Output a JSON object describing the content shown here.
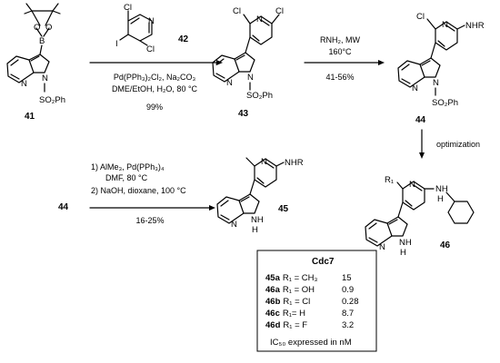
{
  "compounds": {
    "c41": "41",
    "c42": "42",
    "c43": "43",
    "c44a": "44",
    "c44b": "44",
    "c45": "45",
    "c46": "46"
  },
  "atoms": {
    "B": "B",
    "O": "O",
    "N": "N",
    "NH": "NH",
    "H": "H",
    "Cl": "Cl",
    "I": "I",
    "SO2Ph": "SO₂Ph",
    "NHR": "NHR",
    "R1": "R₁"
  },
  "step1": {
    "cond1": "Pd(PPh₃)₂Cl₂, Na₂CO₃",
    "cond2": "DME/EtOH, H₂O, 80 °C",
    "yield": "99%"
  },
  "step2": {
    "cond1": "RNH₂, MW",
    "cond2": "160°C",
    "yield": "41-56%"
  },
  "step3": {
    "label": "optimization"
  },
  "step4": {
    "cond1": "1) AlMe₃, Pd(PPh₃)₄",
    "cond2": "DMF, 80 °C",
    "cond3": "2) NaOH, dioxane, 100 °C",
    "yield": "16-25%"
  },
  "table": {
    "title": "Cdc7",
    "rows": [
      {
        "cmpd": "45a",
        "sub": "R₁ = CH₃",
        "val": "15"
      },
      {
        "cmpd": "46a",
        "sub": "R₁ = OH",
        "val": "0.9"
      },
      {
        "cmpd": "46b",
        "sub": "R₁ = Cl",
        "val": "0.28"
      },
      {
        "cmpd": "46c",
        "sub": "R₁= H",
        "val": "8.7"
      },
      {
        "cmpd": "46d",
        "sub": "R₁ = F",
        "val": "3.2"
      }
    ],
    "footnote": "IC₅₀ expressed in nM"
  }
}
